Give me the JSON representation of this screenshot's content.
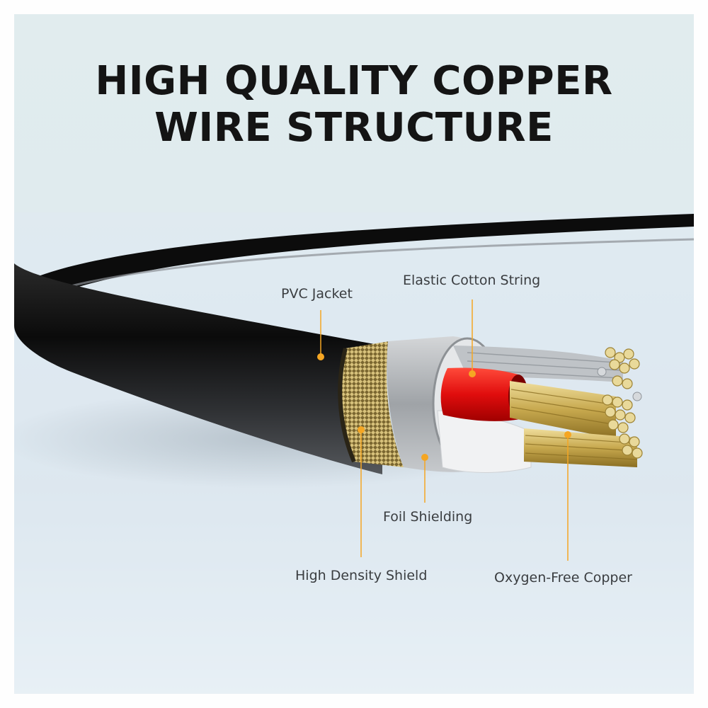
{
  "title": {
    "line1": "HIGH QUALITY COPPER",
    "line2": "WIRE STRUCTURE"
  },
  "callouts": [
    {
      "id": "pvc-jacket",
      "label": "PVC Jacket"
    },
    {
      "id": "elastic-cotton-string",
      "label": "Elastic Cotton String"
    },
    {
      "id": "high-density-shield",
      "label": "High Density Shield"
    },
    {
      "id": "foil-shielding",
      "label": "Foil Shielding"
    },
    {
      "id": "oxygen-free-copper",
      "label": "Oxygen-Free Copper"
    }
  ],
  "colors": {
    "accent": "#f5a623",
    "background": "#e0ebee",
    "title": "#141414",
    "label_text": "#3a3d40",
    "jacket": "#111111",
    "insulation_red": "#e01010",
    "copper": "#d9c27a",
    "foil": "#b9bcbf"
  }
}
